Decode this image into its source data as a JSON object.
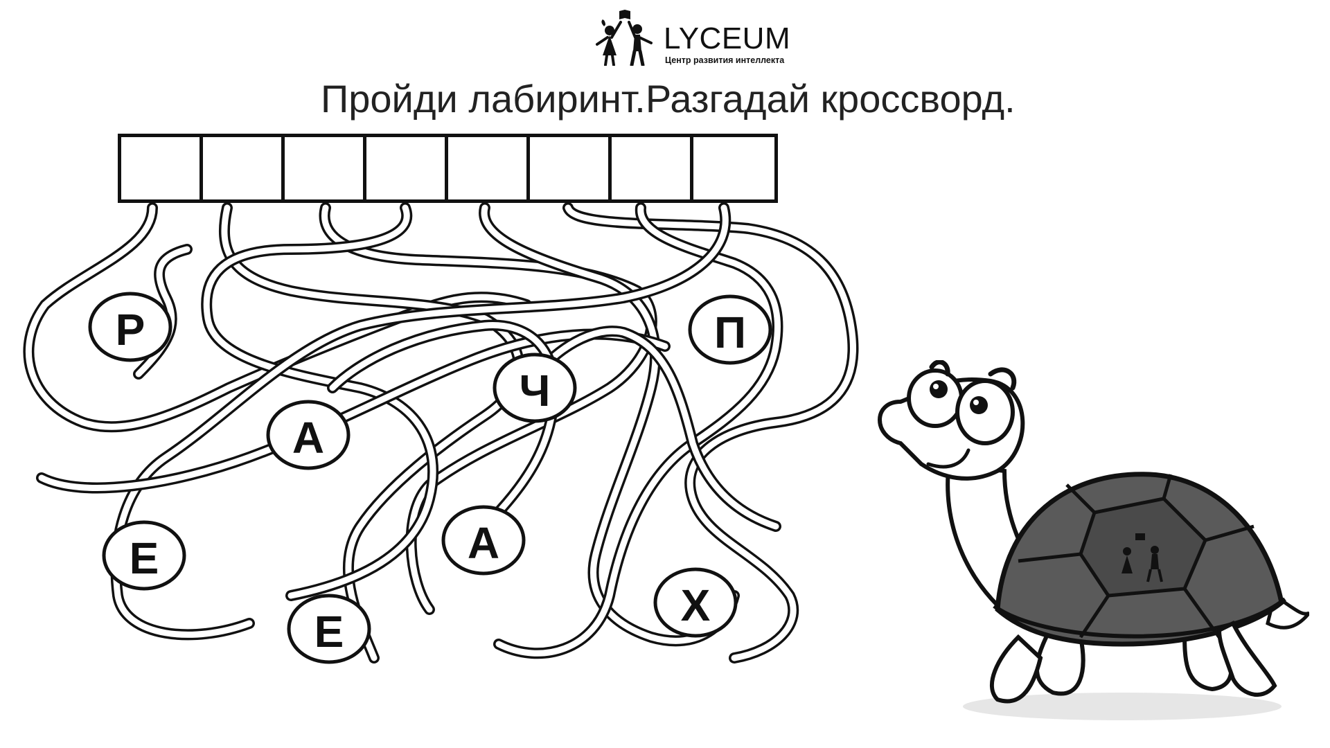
{
  "logo": {
    "brand": "LYCEUM",
    "tagline": "Центр развития интеллекта"
  },
  "title": "Пройди лабиринт.Разгадай кроссворд.",
  "answer_grid": {
    "cells": [
      "",
      "",
      "",
      "",
      "",
      "",
      "",
      ""
    ]
  },
  "letters": [
    {
      "id": "letter-1",
      "char": "Р"
    },
    {
      "id": "letter-2",
      "char": "А"
    },
    {
      "id": "letter-3",
      "char": "Ч"
    },
    {
      "id": "letter-4",
      "char": "П"
    },
    {
      "id": "letter-5",
      "char": "Е"
    },
    {
      "id": "letter-6",
      "char": "Е"
    },
    {
      "id": "letter-7",
      "char": "А"
    },
    {
      "id": "letter-8",
      "char": "Х"
    }
  ],
  "illustration": {
    "subject": "turtle",
    "shell_color": "#5a5a5a",
    "outline_color": "#111111"
  }
}
